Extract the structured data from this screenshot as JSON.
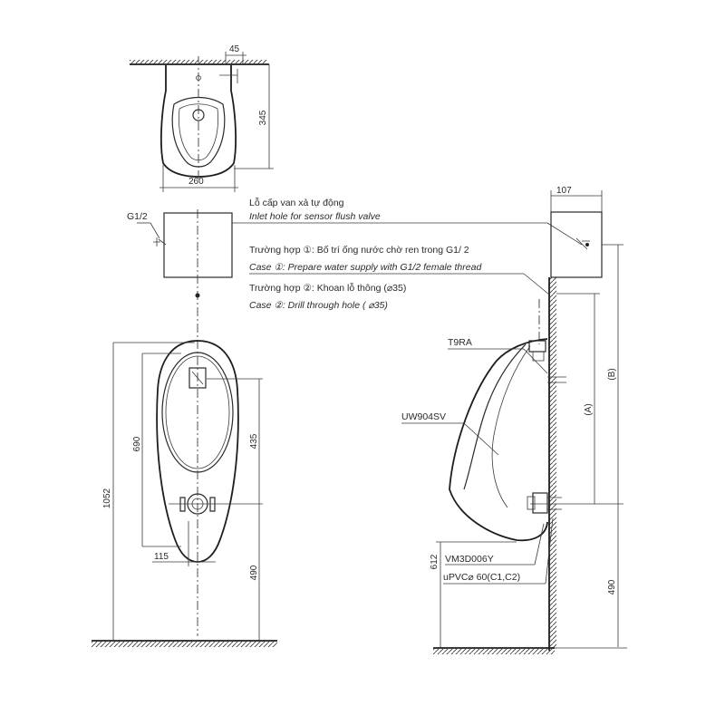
{
  "dimensions": {
    "top_offset": "45",
    "top_depth": "345",
    "top_width": "260",
    "side_valve_width": "107",
    "total_height": "1052",
    "body_height": "690",
    "outlet_to_inlet": "435",
    "outlet_height": "490",
    "outlet_offset": "115",
    "side_floor_height": "612",
    "side_outlet_height": "490",
    "dim_a": "(A)",
    "dim_b": "(B)"
  },
  "notes": {
    "inlet_vi": "Lỗ cấp van xả tự động",
    "inlet_en": "Inlet hole for sensor flush valve",
    "case1_vi": "Trường hợp ①: Bố trí ống nước chờ ren trong G1/ 2",
    "case1_en": "Case ①: Prepare water supply with G1/2 female thread",
    "case2_vi": "Trường hợp ②: Khoan lỗ thông (⌀35)",
    "case2_en": "Case ②: Drill through hole ( ⌀35)"
  },
  "labels": {
    "thread": "G1/2",
    "valve": "T9RA",
    "urinal": "UW904SV",
    "trap": "VM3D006Y",
    "pipe": "uPVC⌀ 60(C1,C2)"
  },
  "colors": {
    "line": "#2a2a2a",
    "background": "#ffffff"
  }
}
